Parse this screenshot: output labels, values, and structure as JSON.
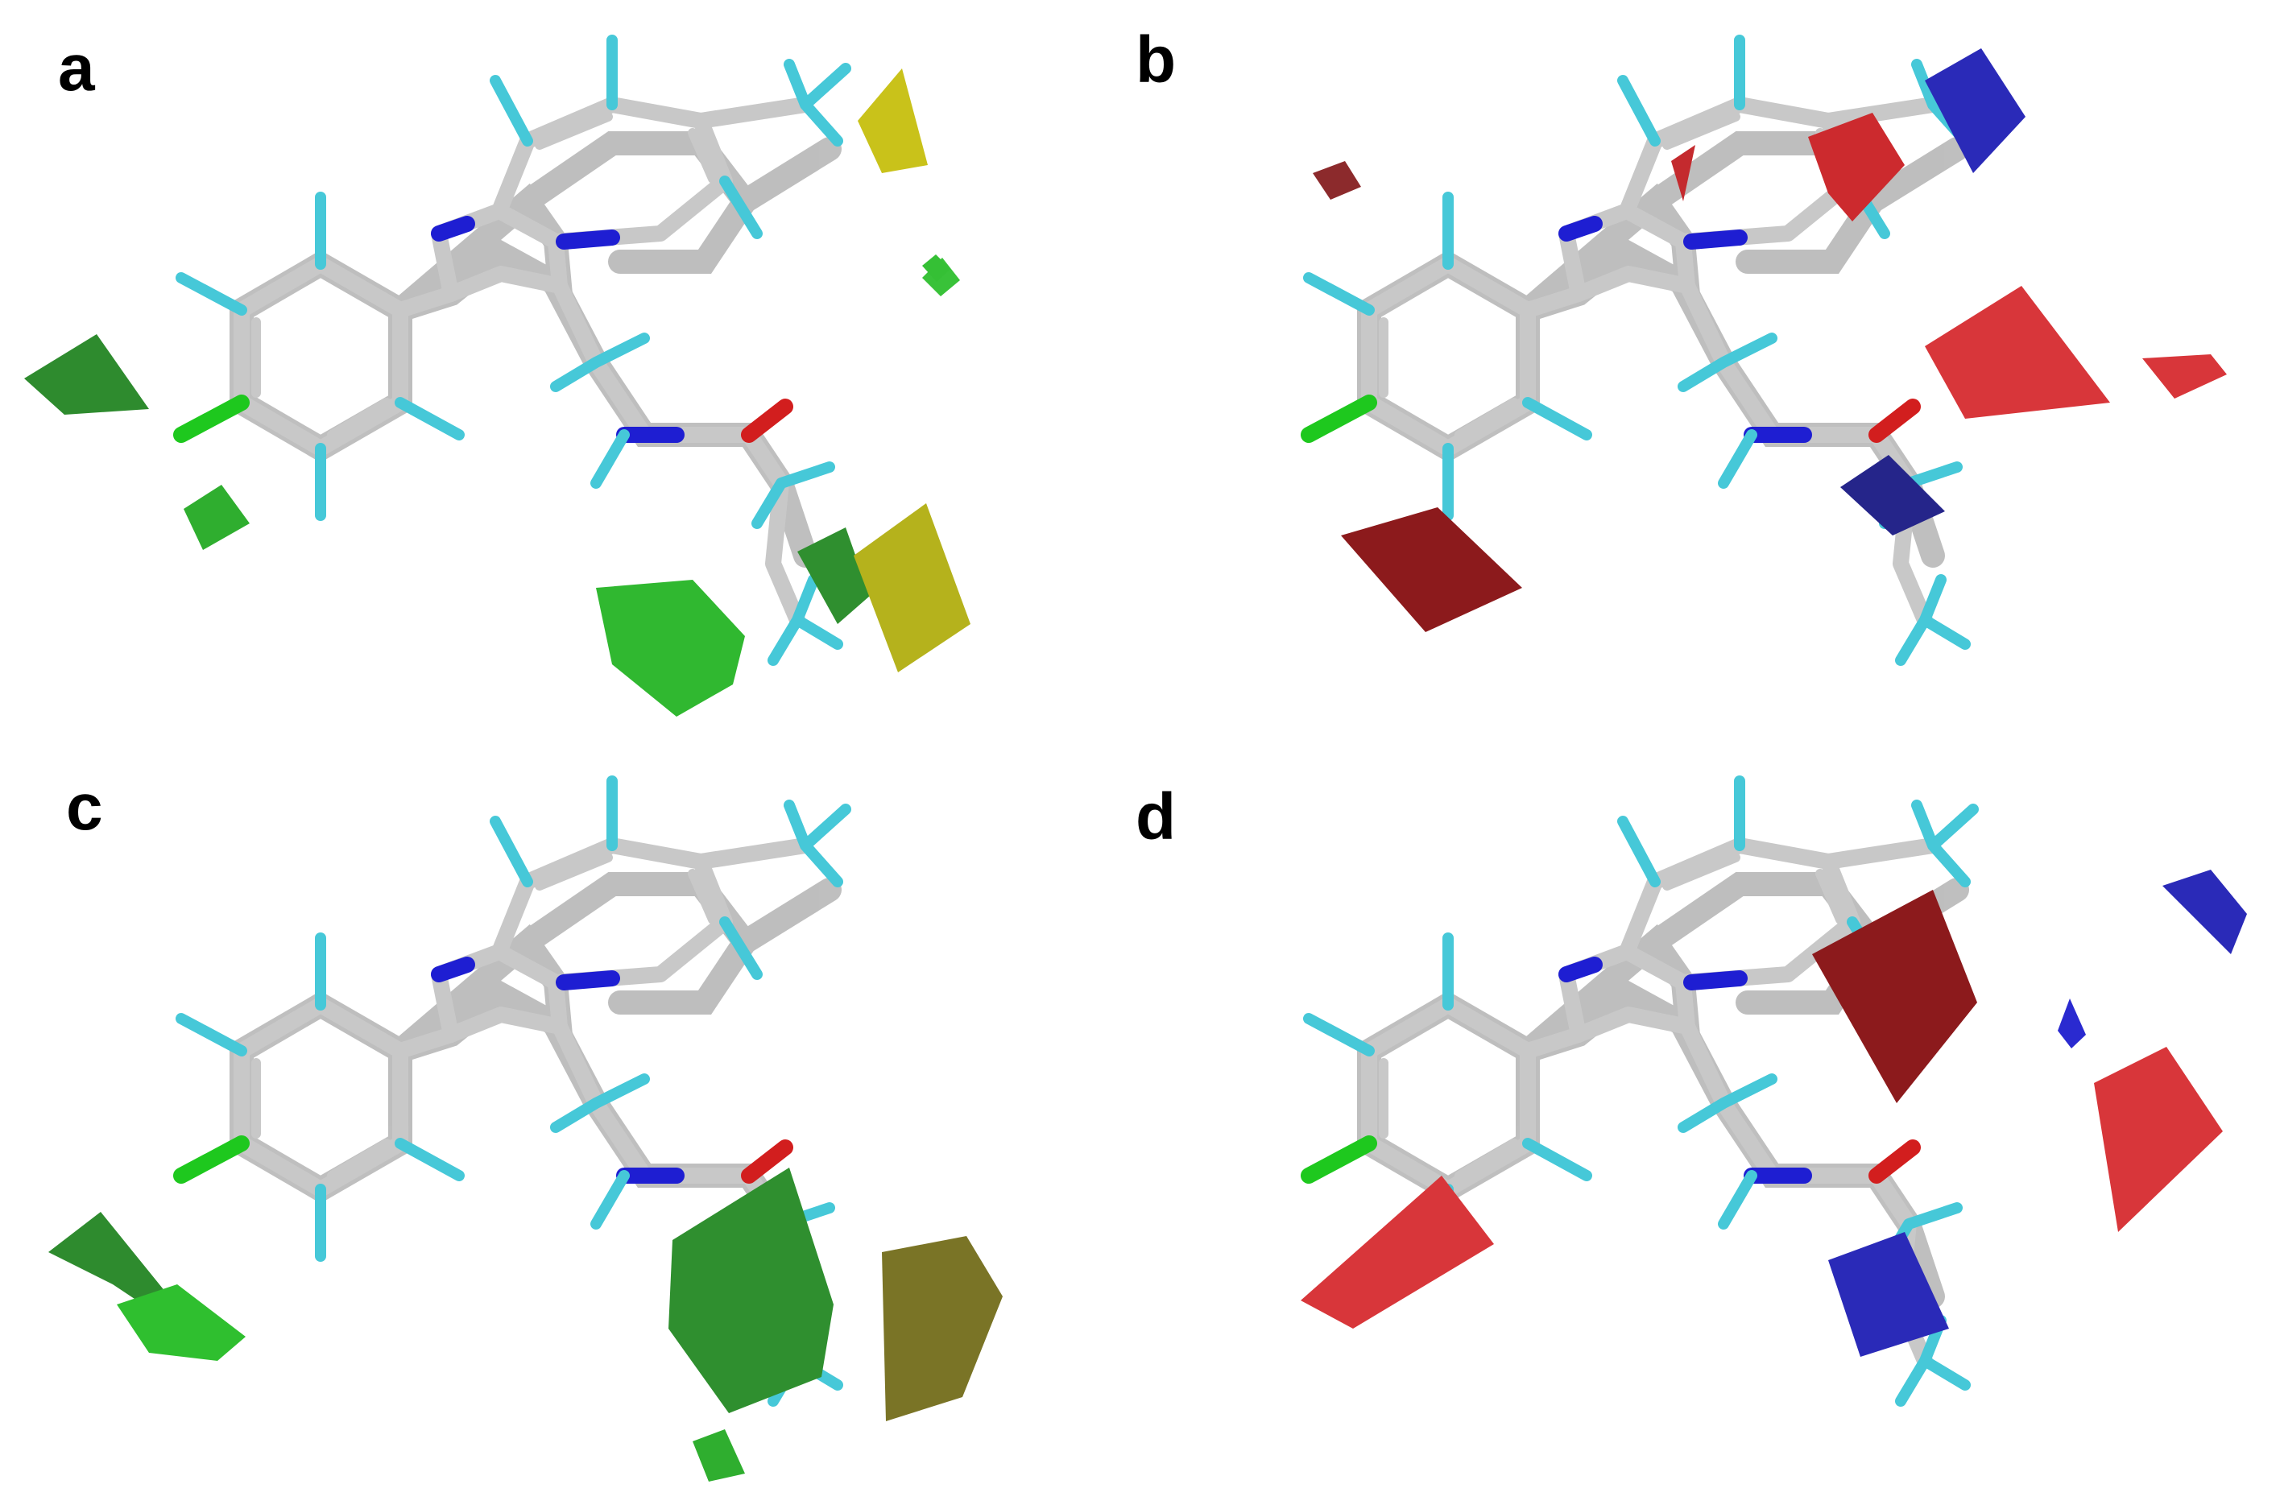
{
  "panels": [
    {
      "label": "a",
      "fields": [
        "green",
        "green",
        "green",
        "green",
        "green",
        "yellow",
        "yellow",
        "green"
      ]
    },
    {
      "label": "b",
      "fields": [
        "darkred",
        "red",
        "red",
        "blue",
        "red",
        "red",
        "blue",
        "darkred"
      ]
    },
    {
      "label": "c",
      "fields": [
        "green",
        "green",
        "green",
        "yellow",
        "green"
      ]
    },
    {
      "label": "d",
      "fields": [
        "red",
        "darkred",
        "blue",
        "blue",
        "red",
        "blue"
      ]
    }
  ],
  "colors": {
    "carbon": "#c4c4c4",
    "hydrogen": "#46c8d8",
    "nitrogen": "#1e1ed2",
    "oxygen": "#d21e1e",
    "chlorine": "#1ec81e",
    "green": "#2fae2f",
    "yellow": "#b5b21c",
    "red": "#d8363a",
    "darkred": "#8c1a1c",
    "blue": "#2a2ab8"
  }
}
